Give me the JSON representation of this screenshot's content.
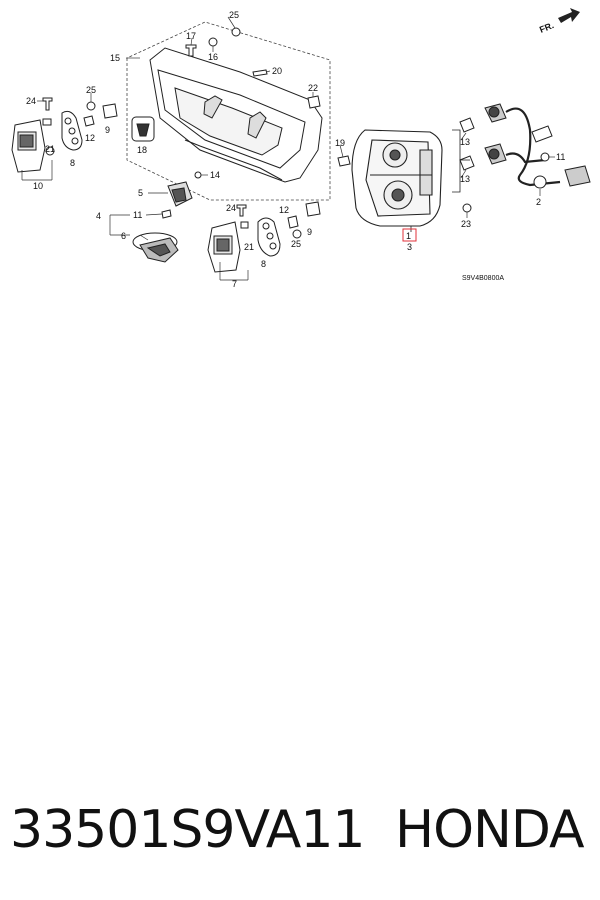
{
  "diagram": {
    "code": "S9V4B0800A",
    "direction_label": "FR.",
    "callouts": {
      "c1": "1",
      "c2": "2",
      "c3": "3",
      "c4": "4",
      "c5": "5",
      "c6": "6",
      "c7": "7",
      "c8a": "8",
      "c8b": "8",
      "c9a": "9",
      "c9b": "9",
      "c10": "10",
      "c11a": "11",
      "c11b": "11",
      "c12a": "12",
      "c12b": "12",
      "c13a": "13",
      "c13b": "13",
      "c14": "14",
      "c15": "15",
      "c16": "16",
      "c17": "17",
      "c18": "18",
      "c19": "19",
      "c20": "20",
      "c21a": "21",
      "c21b": "21",
      "c22": "22",
      "c23": "23",
      "c24a": "24",
      "c24b": "24",
      "c25a": "25",
      "c25b": "25",
      "c25c": "25"
    },
    "highlight_color": "#e0303a"
  },
  "footer": {
    "part_number": "33501S9VA11",
    "brand": "HONDA"
  }
}
